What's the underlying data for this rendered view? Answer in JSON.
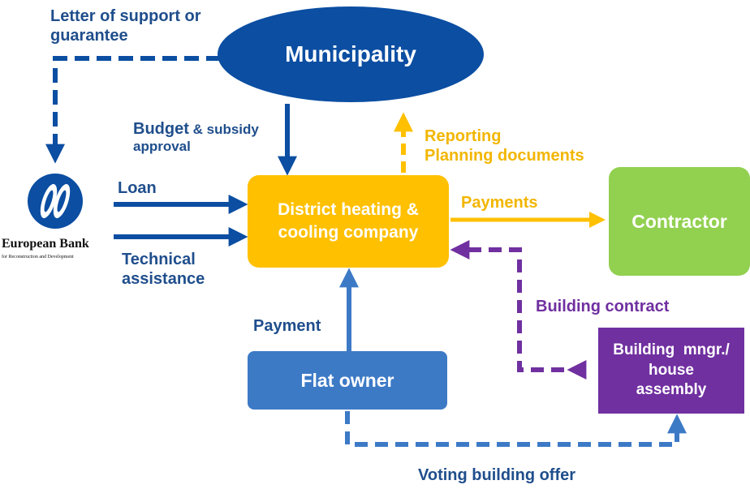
{
  "nodes": {
    "municipality": "Municipality",
    "district_heating": [
      "District heating &",
      "cooling company"
    ],
    "contractor": "Contractor",
    "flat_owner": "Flat owner",
    "building_manager": [
      "Building  mngr./",
      "house",
      "assembly"
    ],
    "bank": {
      "name": "European Bank",
      "subtitle": "for Reconstruction and Development"
    }
  },
  "edges": {
    "letter_of_support": [
      "Letter of support or",
      "guarantee"
    ],
    "budget_approval": {
      "main": "Budget",
      "rest": " & subsidy",
      "line2": "approval"
    },
    "reporting": [
      "Reporting",
      "Planning documents"
    ],
    "loan": "Loan",
    "technical_assistance": [
      "Technical",
      "assistance"
    ],
    "payments": "Payments",
    "building_contract": "Building contract",
    "payment": "Payment",
    "voting": "Voting building offer"
  },
  "colors": {
    "navy": "#0b4ea2",
    "label_blue": "#1f4e8c",
    "orange": "#ffc000",
    "green": "#92d050",
    "flat_blue": "#3d7ac6",
    "purple": "#7030a0"
  }
}
